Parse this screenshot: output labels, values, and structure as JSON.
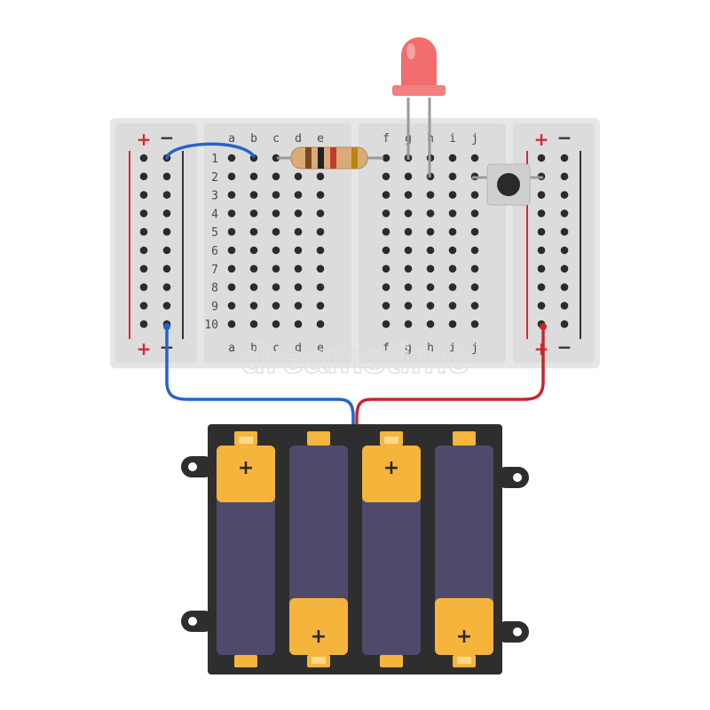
{
  "breadboard": {
    "column_letters": [
      "a",
      "b",
      "c",
      "d",
      "e",
      "f",
      "g",
      "h",
      "i",
      "j"
    ],
    "row_numbers": [
      "1",
      "2",
      "3",
      "4",
      "5",
      "6",
      "7",
      "8",
      "9",
      "10"
    ],
    "rail_plus": "+",
    "rail_minus": "−"
  },
  "battery_holder": {
    "cell_count": 4,
    "plus_mark": "+"
  },
  "colors": {
    "board": "#e4e4e4",
    "board_edge": "#d2d2d2",
    "hole": "#2b2b2b",
    "rail_red": "#d9282f",
    "rail_dark": "#333333",
    "wire_blue": "#2563c9",
    "wire_red": "#c9262c",
    "led": "#f26d6d",
    "battery_body": "#4f4a6b",
    "battery_cap": "#f5b43c",
    "holder": "#2e2e2e"
  },
  "watermark": "dreamstime"
}
